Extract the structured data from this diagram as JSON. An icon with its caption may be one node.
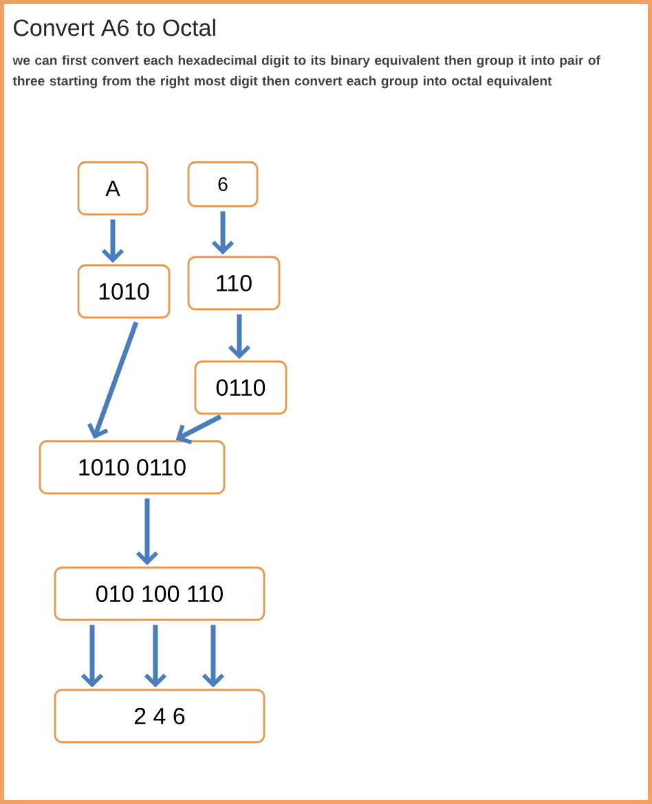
{
  "diagram": {
    "title": "Convert A6 to Octal",
    "nodes": [
      {
        "text": [
          "A"
        ]
      },
      {
        "text": [
          "6"
        ]
      },
      {
        "text": [
          "1010"
        ]
      },
      {
        "text": [
          "110"
        ]
      },
      {
        "text": [
          "0110"
        ]
      },
      {
        "text": [
          "1010 0110"
        ]
      },
      {
        "text": [
          "010 100 110"
        ]
      },
      {
        "text": [
          "2 4 6"
        ]
      }
    ],
    "edges": [
      {
        "from": 0,
        "to": 2,
        "arrow": "to"
      },
      {
        "from": 1,
        "to": 3,
        "arrow": "to"
      },
      {
        "from": 3,
        "to": 4,
        "arrow": "to"
      },
      {
        "from": 2,
        "to": 5,
        "arrow": "to"
      },
      {
        "from": 4,
        "to": 5,
        "arrow": "to"
      },
      {
        "from": 5,
        "to": 6,
        "arrow": "to"
      },
      {
        "from": 6,
        "to": 7,
        "arrow": "to"
      },
      {
        "from": 6,
        "to": 7,
        "arrow": "to"
      },
      {
        "from": 6,
        "to": 7,
        "arrow": "to"
      }
    ],
    "labels": [
      "we can first convert each hexadecimal digit to its binary equivalent then group it into pair of three starting from the right most digit then convert each group into octal equivalent"
    ]
  }
}
